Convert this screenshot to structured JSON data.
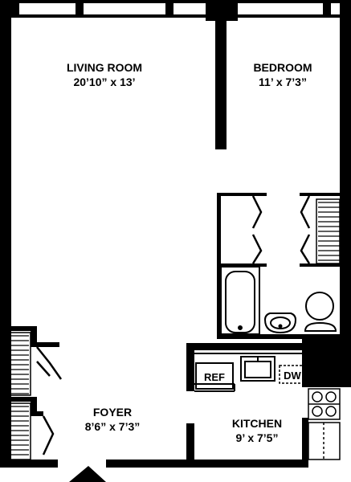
{
  "rooms": {
    "living": {
      "name": "LIVING ROOM",
      "size": "20’10” x 13’"
    },
    "bedroom": {
      "name": "BEDROOM",
      "size": "11’ x 7’3”"
    },
    "foyer": {
      "name": "FOYER",
      "size": "8’6” x 7’3”"
    },
    "kitchen": {
      "name": "KITCHEN",
      "size": "9’ x 7’5”"
    }
  },
  "fixtures": {
    "refrigerator": "REF",
    "dishwasher": "DW"
  },
  "colors": {
    "wall": "#000000",
    "background": "#ffffff"
  }
}
